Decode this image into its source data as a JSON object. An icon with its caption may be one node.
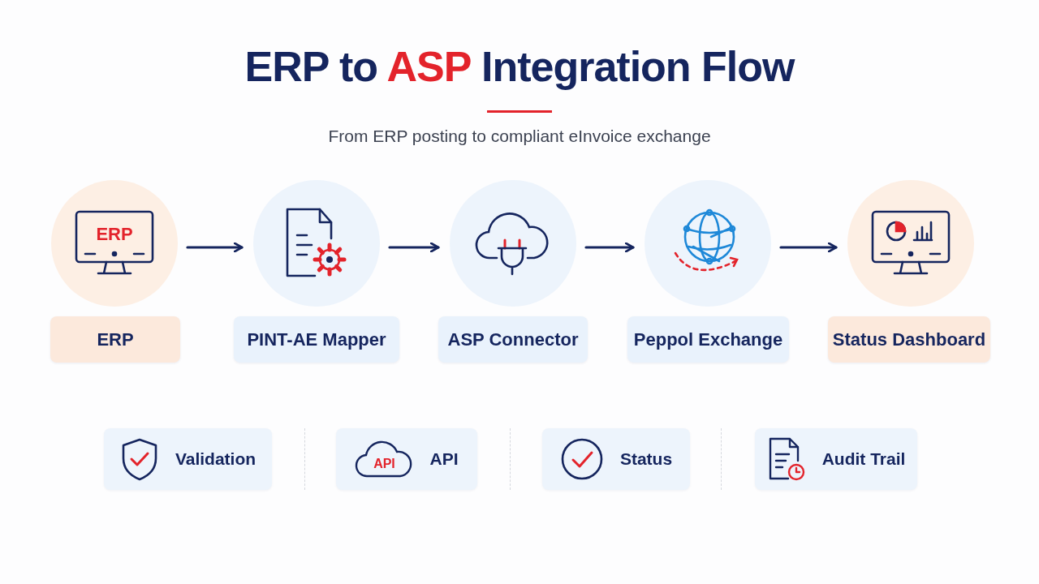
{
  "diagram": {
    "title": "ERP to ASP Integration Flow",
    "nodes": [
      {
        "text": [
          "ERP"
        ]
      },
      {
        "text": [],
        "shape": "picture"
      },
      {
        "text": [],
        "shape": "picture"
      },
      {
        "text": [],
        "shape": "picture"
      },
      {
        "text": [],
        "shape": "picture"
      },
      {
        "text": [
          "ERP"
        ]
      },
      {
        "text": [
          "PINT-AE Mapper"
        ]
      },
      {
        "text": [
          "ASP Connector"
        ]
      },
      {
        "text": [
          "Peppol Exchange"
        ]
      },
      {
        "text": [
          "Status Dashboard"
        ]
      },
      {
        "text": [
          "Validation"
        ]
      },
      {
        "text": [
          "API",
          "API"
        ]
      },
      {
        "text": [
          "Status"
        ]
      },
      {
        "text": [
          "Audit Trail"
        ]
      }
    ],
    "edges": [
      {
        "from": 0,
        "to": 1,
        "arrow": "to"
      },
      {
        "from": 1,
        "to": 2,
        "arrow": "to"
      },
      {
        "from": 2,
        "to": 3,
        "arrow": "to"
      },
      {
        "from": 3,
        "to": 4,
        "arrow": "to"
      }
    ],
    "labels": [
      "From ERP posting to compliant eInvoice exchange"
    ]
  }
}
